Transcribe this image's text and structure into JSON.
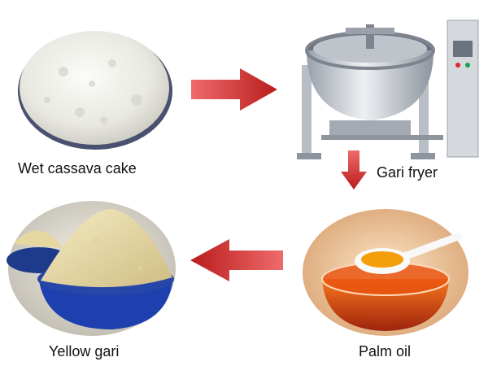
{
  "labels": {
    "wet_cassava_cake": "Wet cassava cake",
    "gari_fryer": "Gari fryer",
    "palm_oil": "Palm oil",
    "yellow_gari": "Yellow gari"
  },
  "colors": {
    "arrow_dark": "#b91c1c",
    "arrow_light": "#ef6b6b",
    "bowl_blue": "#1e3a8a",
    "steel": "#c9ced6",
    "oil": "#d9480f",
    "gari": "#e8d9a6",
    "cassava": "#f1f1ec"
  },
  "icons": {
    "flow_arrow": "arrow-icon",
    "cassava_image": "cassava-cake-image",
    "fryer_image": "fryer-machine-image",
    "oil_image": "palm-oil-image",
    "gari_image": "yellow-gari-image"
  }
}
